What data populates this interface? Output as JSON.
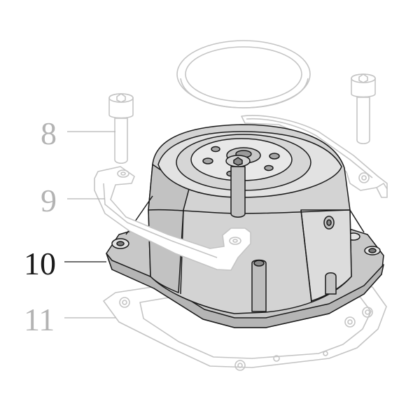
{
  "callouts": [
    {
      "label": "8",
      "state": "muted"
    },
    {
      "label": "9",
      "state": "muted"
    },
    {
      "label": "10",
      "state": "active"
    },
    {
      "label": "11",
      "state": "muted"
    }
  ],
  "colors": {
    "active_text": "#1a1a1a",
    "muted_text": "#b3b3b3",
    "ghost_line": "#c4c4c4",
    "part_fill": "#d0d0d0",
    "part_shade": "#b9b9b9",
    "part_line": "#1a1a1a",
    "background": "#ffffff"
  }
}
